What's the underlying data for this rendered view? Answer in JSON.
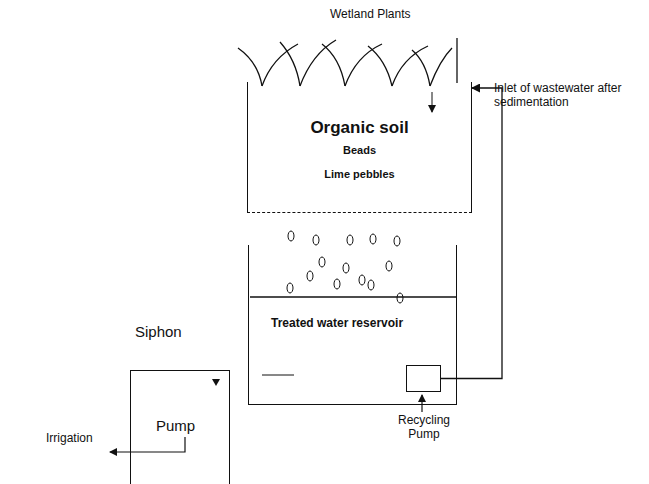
{
  "diagram": {
    "nodes": [
      {
        "text": [
          "Organic soil",
          "Beads",
          "Lime pebbles"
        ]
      },
      {
        "text": [
          "Treated water reservoir"
        ]
      },
      {
        "text": [
          "Recycling Pump"
        ],
        "in": 1
      },
      {
        "text": [
          "Siphon",
          "Pump"
        ]
      }
    ],
    "edges": [
      {
        "from": 2,
        "to": 0,
        "arrow": "to"
      }
    ],
    "labels": [
      "Wetland Plants",
      "Inlet of wastewater after sedimentation",
      "Irrigation"
    ]
  }
}
